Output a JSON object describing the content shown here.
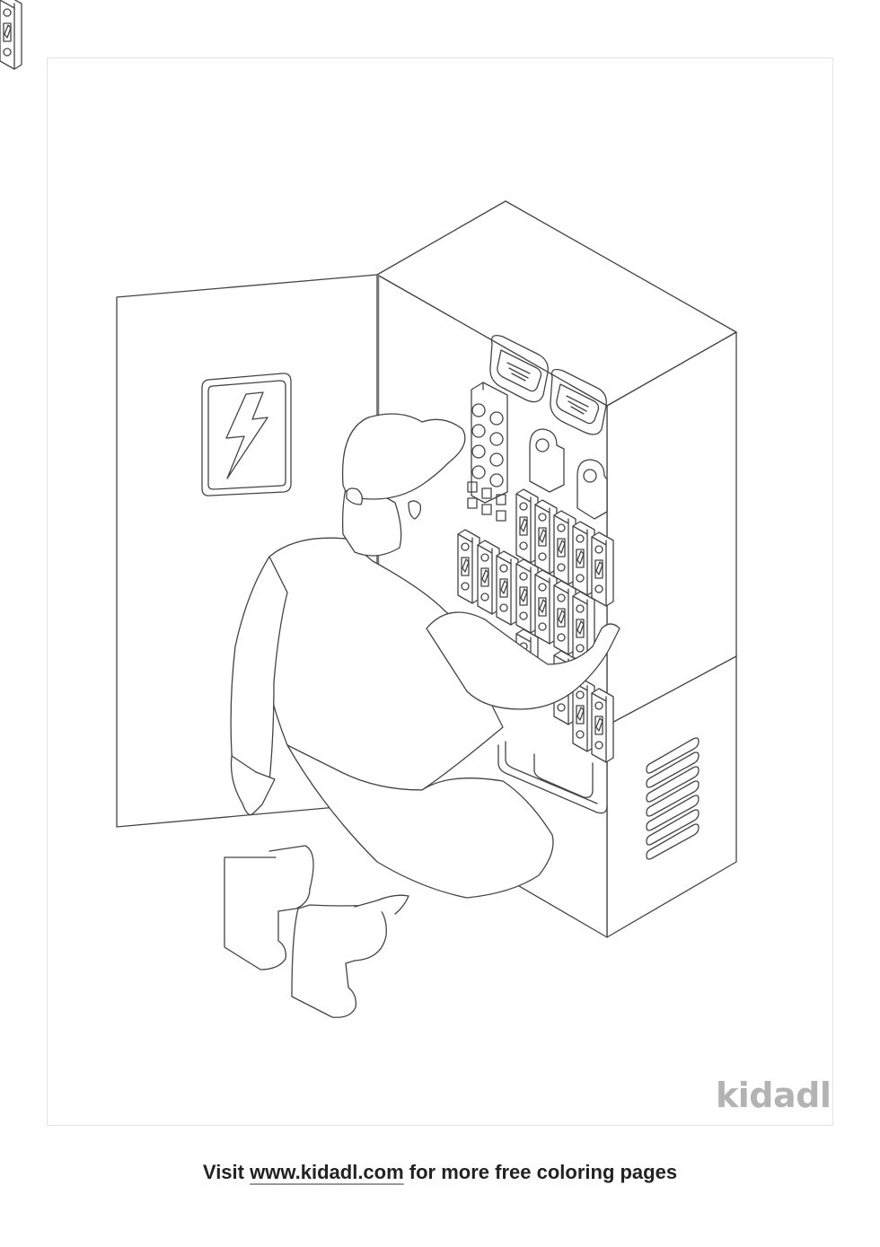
{
  "illustration": {
    "subject": "electrician kneeling at open electrical panel",
    "style": "line-art coloring page",
    "line_color": "#444444",
    "frame_border_color": "#e3e3e3",
    "door_sign_icon": "lightning-bolt-icon"
  },
  "watermark": {
    "text": "kidadl",
    "color": "#b3b3b3"
  },
  "footer": {
    "prefix": "Visit ",
    "link_text": "www.kidadl.com",
    "suffix": " for more free coloring pages"
  }
}
